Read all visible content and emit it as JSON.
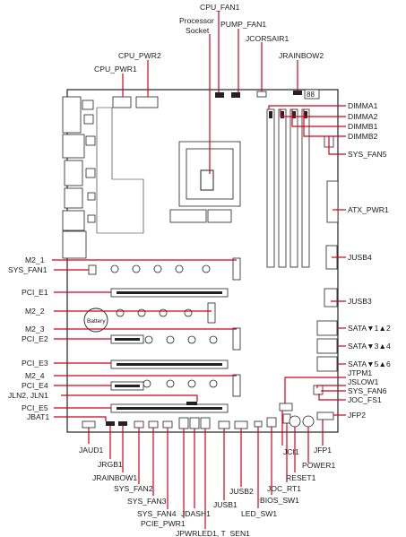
{
  "colors": {
    "callout_line": "#d0021b",
    "outline": "#222222",
    "board": "#ffffff"
  },
  "labels": {
    "cpu_fan1": "CPU_FAN1",
    "processor": "Processor",
    "socket": "Socket",
    "pump_fan1": "PUMP_FAN1",
    "jcorsair1": "JCORSAIR1",
    "cpu_pwr2": "CPU_PWR2",
    "jrainbow2": "JRAINBOW2",
    "cpu_pwr1": "CPU_PWR1",
    "dimma1": "DIMMA1",
    "dimma2": "DIMMA2",
    "dimmb1": "DIMMB1",
    "dimmb2": "DIMMB2",
    "sys_fan5": "SYS_FAN5",
    "atx_pwr1": "ATX_PWR1",
    "jusb4": "JUSB4",
    "m2_1": "M2_1",
    "sys_fan1": "SYS_FAN1",
    "pci_e1": "PCI_E1",
    "jusb3": "JUSB3",
    "m2_2": "M2_2",
    "battery": "Battery",
    "sata12": "SATA▼1▲2",
    "m2_3": "M2_3",
    "pci_e2": "PCI_E2",
    "sata34": "SATA▼3▲4",
    "pci_e3": "PCI_E3",
    "sata56": "SATA▼5▲6",
    "m2_4": "M2_4",
    "jtpm1": "JTPM1",
    "pci_e4": "PCI_E4",
    "jslow1": "JSLOW1",
    "jln": "JLN2, JLN1",
    "sys_fan6": "SYS_FAN6",
    "pci_e5": "PCI_E5",
    "joc_fs1": "JOC_FS1",
    "jbat1": "JBAT1",
    "jfp2": "JFP2",
    "jaud1": "JAUD1",
    "jci1": "JCI1",
    "jfp1": "JFP1",
    "jrgb1": "JRGB1",
    "reset1": "RESET1",
    "power1": "POWER1",
    "jrainbow1": "JRAINBOW1",
    "joc_rt1": "JOC_RT1",
    "sys_fan2": "SYS_FAN2",
    "jusb2": "JUSB2",
    "bios_sw1": "BIOS_SW1",
    "sys_fan3": "SYS_FAN3",
    "jdash1": "JDASH1",
    "jusb1": "JUSB1",
    "led_sw1": "LED_SW1",
    "sys_fan4": "SYS_FAN4",
    "pcie_pwr1": "PCIE_PWR1",
    "jpwrled_tsen": "JPWRLED1, T_SEN1",
    "debug_digits": "88"
  }
}
